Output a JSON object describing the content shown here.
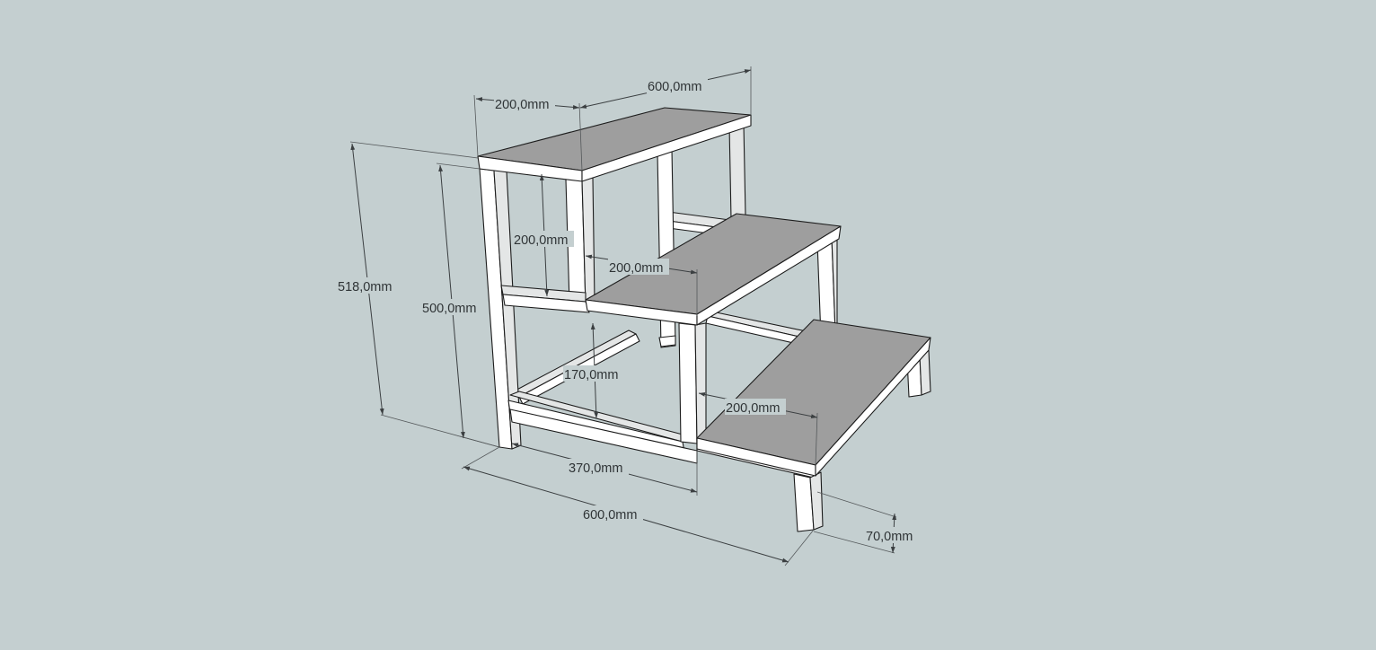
{
  "dimensions": [
    {
      "id": "dim-top-depth",
      "text": "200,0mm"
    },
    {
      "id": "dim-top-width",
      "text": "600,0mm"
    },
    {
      "id": "dim-total-height",
      "text": "518,0mm"
    },
    {
      "id": "dim-frame-height",
      "text": "500,0mm"
    },
    {
      "id": "dim-top-step-rise",
      "text": "200,0mm"
    },
    {
      "id": "dim-mid-step-depth",
      "text": "200,0mm"
    },
    {
      "id": "dim-mid-step-rise",
      "text": "170,0mm"
    },
    {
      "id": "dim-low-step-depth",
      "text": "200,0mm"
    },
    {
      "id": "dim-frame-depth",
      "text": "370,0mm"
    },
    {
      "id": "dim-front-width",
      "text": "600,0mm"
    },
    {
      "id": "dim-leg-height",
      "text": "70,0mm"
    }
  ],
  "colors": {
    "background": "#c4cfd0",
    "frame": "#ffffff",
    "tread": "#9e9e9e",
    "outline": "#1c1c1c",
    "dimension": "#3b3f41"
  }
}
